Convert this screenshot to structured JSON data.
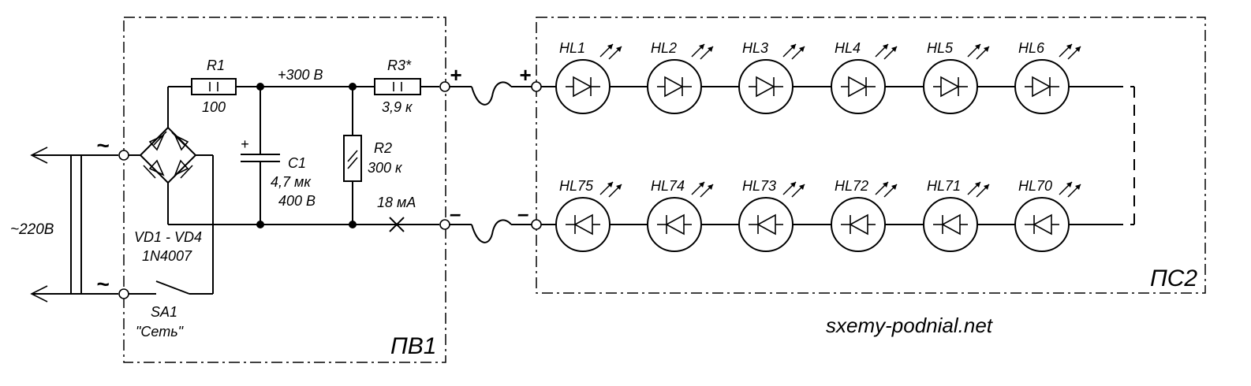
{
  "mains": {
    "label": "~220B",
    "tilde_top": "~",
    "tilde_bottom": "~"
  },
  "bridge": {
    "label": "VD1 - VD4",
    "part": "1N4007"
  },
  "switch": {
    "ref": "SA1",
    "name": "\"Сеть\""
  },
  "r1": {
    "ref": "R1",
    "value": "100"
  },
  "c1": {
    "ref": "C1",
    "value": "4,7 мк",
    "voltage": "400 В",
    "polarity": "+"
  },
  "bus_voltage": "+300 В",
  "r2": {
    "ref": "R2",
    "value": "300 к"
  },
  "r3": {
    "ref": "R3*",
    "value": "3,9 к"
  },
  "current": "18 мА",
  "pv1": {
    "plus": "+",
    "minus": "–",
    "label": "ПВ1"
  },
  "ps2": {
    "plus": "+",
    "minus": "–",
    "label": "ПС2"
  },
  "leds_top": [
    "HL1",
    "HL2",
    "HL3",
    "HL4",
    "HL5",
    "HL6"
  ],
  "leds_bottom": [
    "HL75",
    "HL74",
    "HL73",
    "HL72",
    "HL71",
    "HL70"
  ],
  "watermark": "sxemy-podnial.net"
}
